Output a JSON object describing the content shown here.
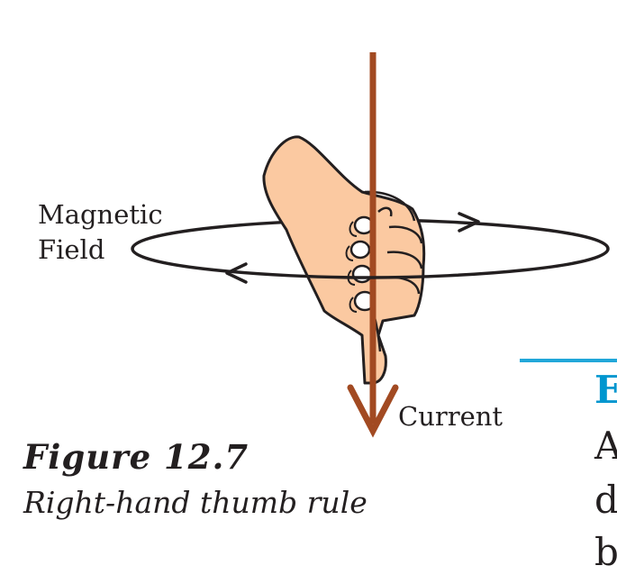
{
  "figure": {
    "number": "Figure  12.7",
    "caption": "Right-hand thumb rule"
  },
  "labels": {
    "magnetic_line1": "Magnetic",
    "magnetic_line2": "Field",
    "current": "Current"
  },
  "sidebar": {
    "heading_fragment": "E",
    "text_fragments": [
      "A",
      "d",
      "b"
    ]
  },
  "colors": {
    "current_wire": "#a24a22",
    "hand_skin": "#fbc9a1",
    "outline": "#231f20",
    "accent_rule": "#21a7d9",
    "accent_text": "#0096cf"
  }
}
